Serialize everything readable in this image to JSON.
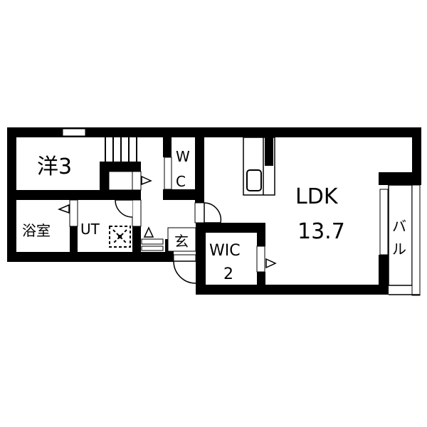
{
  "floor_plan": {
    "colors": {
      "wall": "#000000",
      "background": "#ffffff",
      "line": "#000000"
    },
    "rooms": {
      "western_room": {
        "label": "洋3",
        "type": "Western-style room",
        "size_jo": "3"
      },
      "wc": {
        "label_line1": "W",
        "label_line2": "C",
        "type": "Toilet"
      },
      "ldk": {
        "label_line1": "LDK",
        "label_line2": "13.7",
        "type": "Living Dining Kitchen",
        "size_jo": "13.7"
      },
      "bathroom": {
        "label": "浴室",
        "type": "Bathroom"
      },
      "utility": {
        "label": "UT",
        "type": "Utility / washroom"
      },
      "entrance": {
        "label": "玄",
        "type": "Entrance"
      },
      "wic": {
        "label_line1": "WIC",
        "label_line2": "2",
        "type": "Walk-in closet",
        "size_jo": "2"
      },
      "balcony": {
        "label_line1": "バ",
        "label_line2": "ル",
        "type": "Balcony"
      }
    },
    "fixtures": [
      {
        "name": "kitchen-counter",
        "room": "ldk"
      },
      {
        "name": "sink",
        "room": "ldk"
      },
      {
        "name": "washing-machine-pan",
        "room": "utility"
      },
      {
        "name": "stairs",
        "room": "hall"
      },
      {
        "name": "shoe-cabinet",
        "room": "entrance"
      }
    ]
  }
}
